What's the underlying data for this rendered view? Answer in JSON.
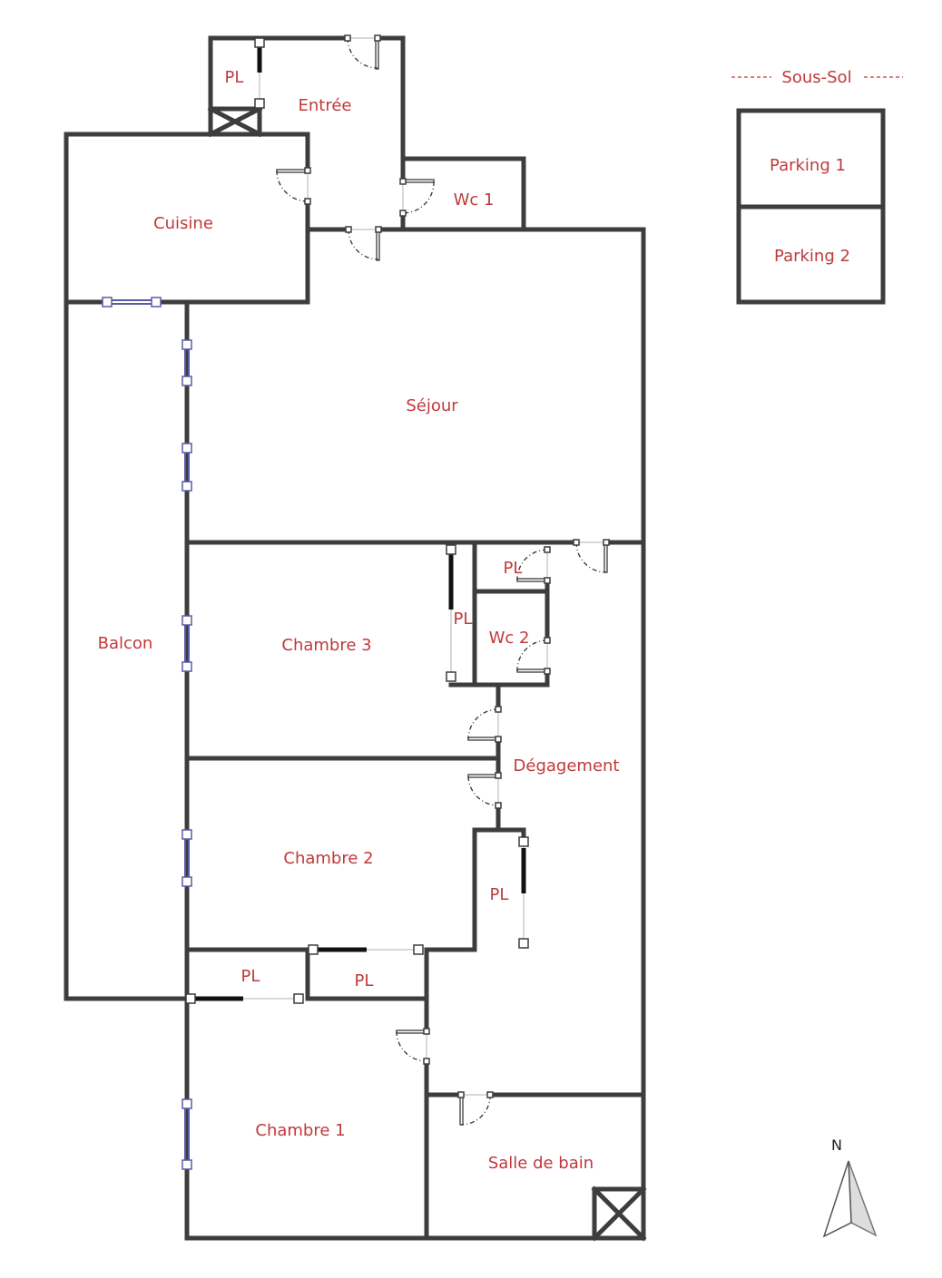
{
  "legend": {
    "level": "Sous-Sol"
  },
  "rooms": {
    "pl_entree": "PL",
    "entree": "Entrée",
    "wc1": "Wc 1",
    "cuisine": "Cuisine",
    "sejour": "Séjour",
    "balcon": "Balcon",
    "chambre3": "Chambre 3",
    "pl_ch3": "PL",
    "pl_wc2": "PL",
    "wc2": "Wc 2",
    "degagement": "Dégagement",
    "chambre2": "Chambre 2",
    "pl_deg": "PL",
    "pl_a": "PL",
    "pl_b": "PL",
    "chambre1": "Chambre 1",
    "salle_de_bain": "Salle de bain"
  },
  "parking": {
    "p1": "Parking 1",
    "p2": "Parking 2"
  },
  "compass": {
    "north": "N"
  },
  "colors": {
    "label": "#c0393b",
    "wall": "#3d3d3d",
    "window": "#5a5aa8"
  }
}
